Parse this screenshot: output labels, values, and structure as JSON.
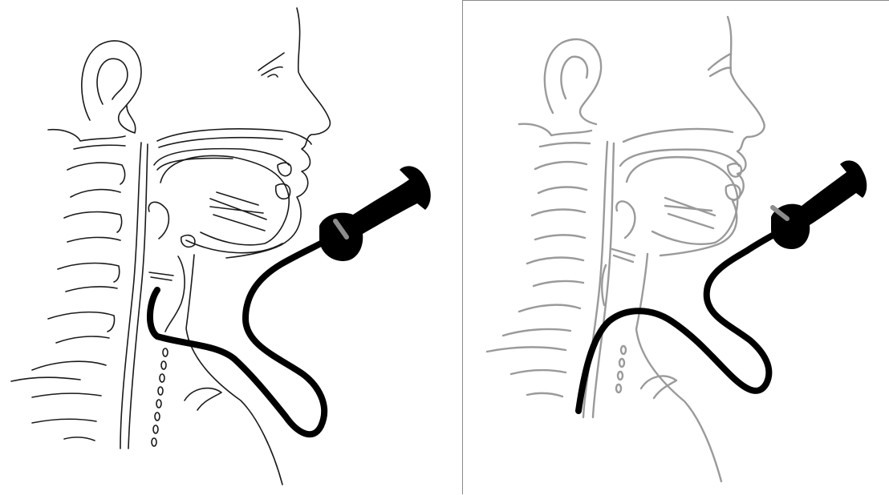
{
  "figure": {
    "panels": [
      {
        "id": "left",
        "style": "crisp line drawing"
      },
      {
        "id": "right",
        "style": "soft grey line drawing"
      }
    ],
    "colors": {
      "outline": "#1a1a1a",
      "outline_soft": "#9a9a9a",
      "scope": "#000000",
      "scope_band": "#8c8c8c",
      "frame": "#8a8a8a"
    },
    "icons": [
      "head-profile",
      "cervical-spine",
      "oral-cavity",
      "airway",
      "trachea-rings",
      "fiberoptic-scope"
    ]
  }
}
